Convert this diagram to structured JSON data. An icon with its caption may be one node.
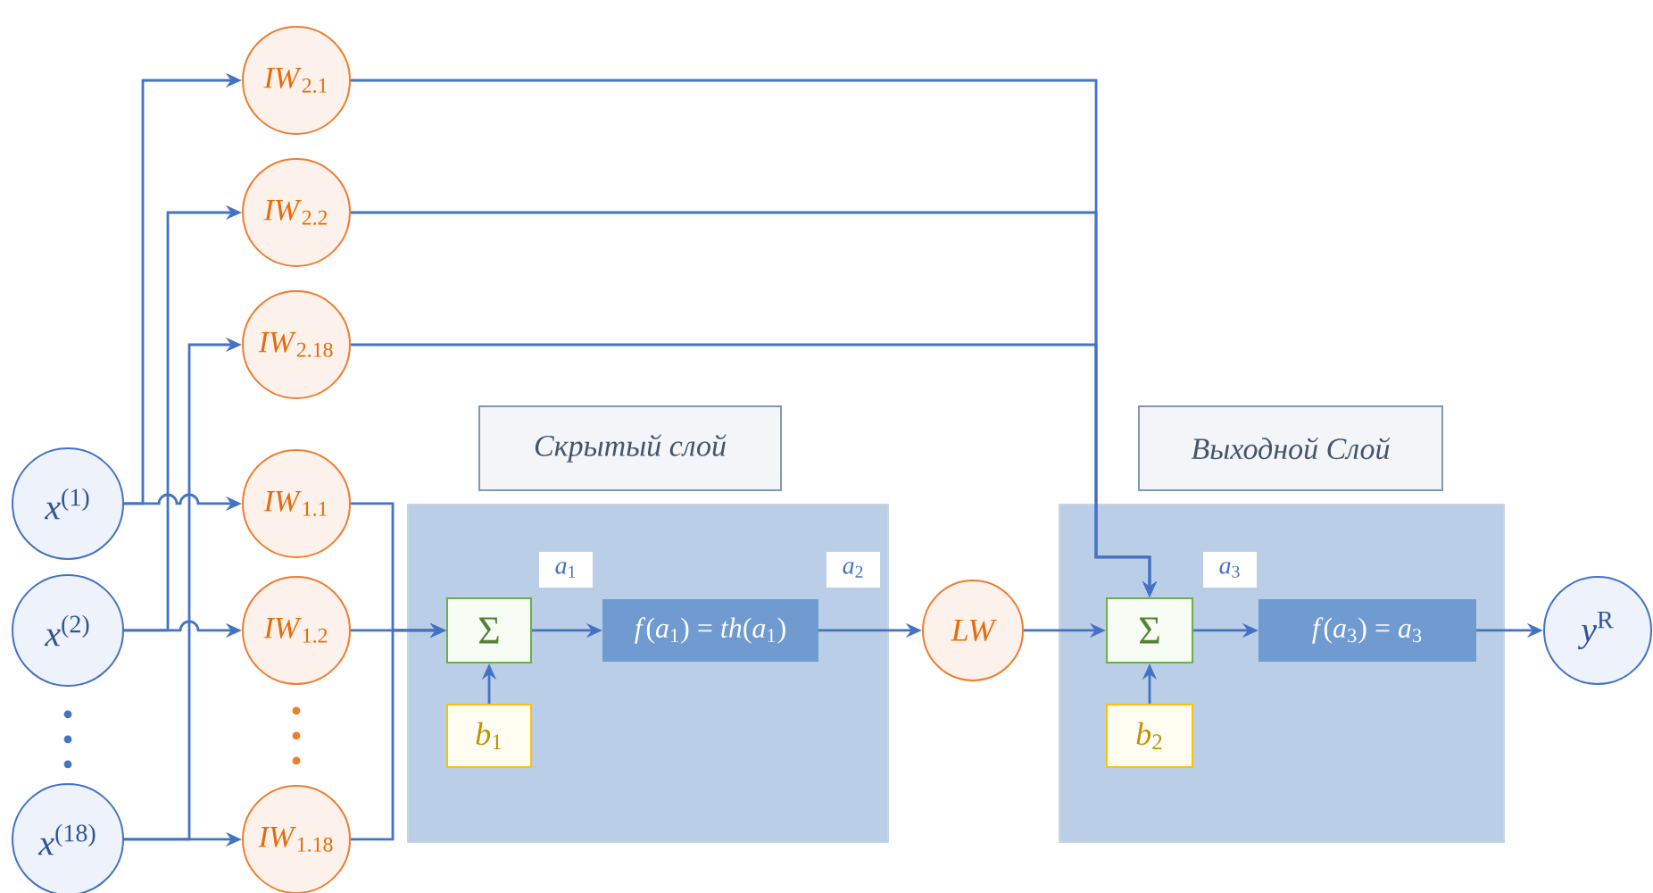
{
  "diagram": {
    "nodes": [
      {
        "text": [
          "*x*$^{(1)}$"
        ]
      },
      {
        "text": [
          "*x*$^{(2)}$"
        ]
      },
      {
        "text": [
          "*x*$^{(18)}$"
        ]
      },
      {
        "text": [
          "*IW*$_{2.1}$"
        ]
      },
      {
        "text": [
          "*IW*$_{2.2}$"
        ]
      },
      {
        "text": [
          "*IW*$_{2.18}$"
        ]
      },
      {
        "text": [
          "*IW*$_{1.1}$"
        ]
      },
      {
        "text": [
          "*IW*$_{1.2}$"
        ]
      },
      {
        "text": [
          "*IW*$_{1.18}$"
        ]
      },
      {
        "text": [
          "Скрытый слой"
        ]
      },
      {
        "text": [],
        "shape": "box"
      },
      {
        "text": [
          "Σ"
        ],
        "in": 10
      },
      {
        "text": [
          "*b*$_{1}$"
        ],
        "in": 10
      },
      {
        "text": [
          "*f*(*a*$_{1}$) = *th*(*a*$_{1}$)"
        ],
        "in": 10
      },
      {
        "text": [
          "LW"
        ]
      },
      {
        "text": [
          "Выходной Слой"
        ]
      },
      {
        "text": [],
        "shape": "box"
      },
      {
        "text": [
          "Σ"
        ],
        "in": 16
      },
      {
        "text": [
          "*b*$_{2}$"
        ],
        "in": 16
      },
      {
        "text": [
          "*f*(*a*$_{3}$) = *a*$_{3}$"
        ],
        "in": 16
      },
      {
        "text": [
          "*y*$^{R}$"
        ]
      }
    ],
    "edges": [
      {
        "from": 0,
        "to": 3,
        "arrow": "to"
      },
      {
        "from": 0,
        "to": 6,
        "arrow": "to"
      },
      {
        "from": 1,
        "to": 4,
        "arrow": "to"
      },
      {
        "from": 1,
        "to": 7,
        "arrow": "to"
      },
      {
        "from": 2,
        "to": 5,
        "arrow": "to"
      },
      {
        "from": 2,
        "to": 8,
        "arrow": "to"
      },
      {
        "from": 6,
        "to": 11,
        "arrow": "to"
      },
      {
        "from": 7,
        "to": 11,
        "arrow": "to"
      },
      {
        "from": 8,
        "to": 11,
        "arrow": "to"
      },
      {
        "from": 12,
        "to": 11,
        "arrow": "to"
      },
      {
        "from": 11,
        "to": 13,
        "arrow": "to",
        "label": "*a*$_{1}$"
      },
      {
        "from": 13,
        "to": 14,
        "arrow": "to",
        "label": "*a*$_{2}$"
      },
      {
        "from": 14,
        "to": 17,
        "arrow": "to"
      },
      {
        "from": 3,
        "to": 17,
        "arrow": "to"
      },
      {
        "from": 4,
        "to": 17,
        "arrow": "to"
      },
      {
        "from": 5,
        "to": 17,
        "arrow": "to"
      },
      {
        "from": 18,
        "to": 17,
        "arrow": "to"
      },
      {
        "from": 17,
        "to": 19,
        "arrow": "to",
        "label": "*a*$_{3}$"
      },
      {
        "from": 19,
        "to": 20,
        "arrow": "to"
      }
    ]
  }
}
